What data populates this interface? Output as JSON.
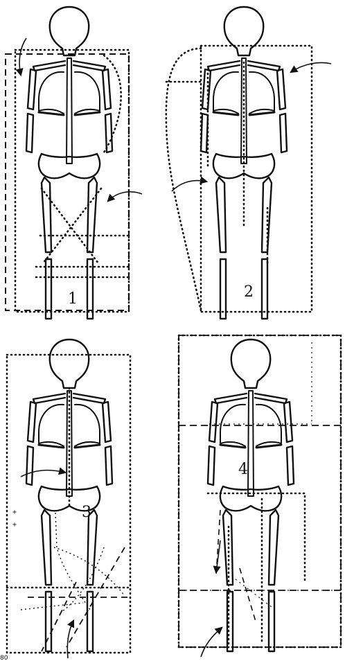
{
  "figure": {
    "panels": [
      {
        "label": "1"
      },
      {
        "label": "2"
      },
      {
        "label": "3"
      },
      {
        "label": "4"
      }
    ],
    "corner_number": "80"
  },
  "colors": {
    "ink": "#111111",
    "paper": "#ffffff"
  }
}
